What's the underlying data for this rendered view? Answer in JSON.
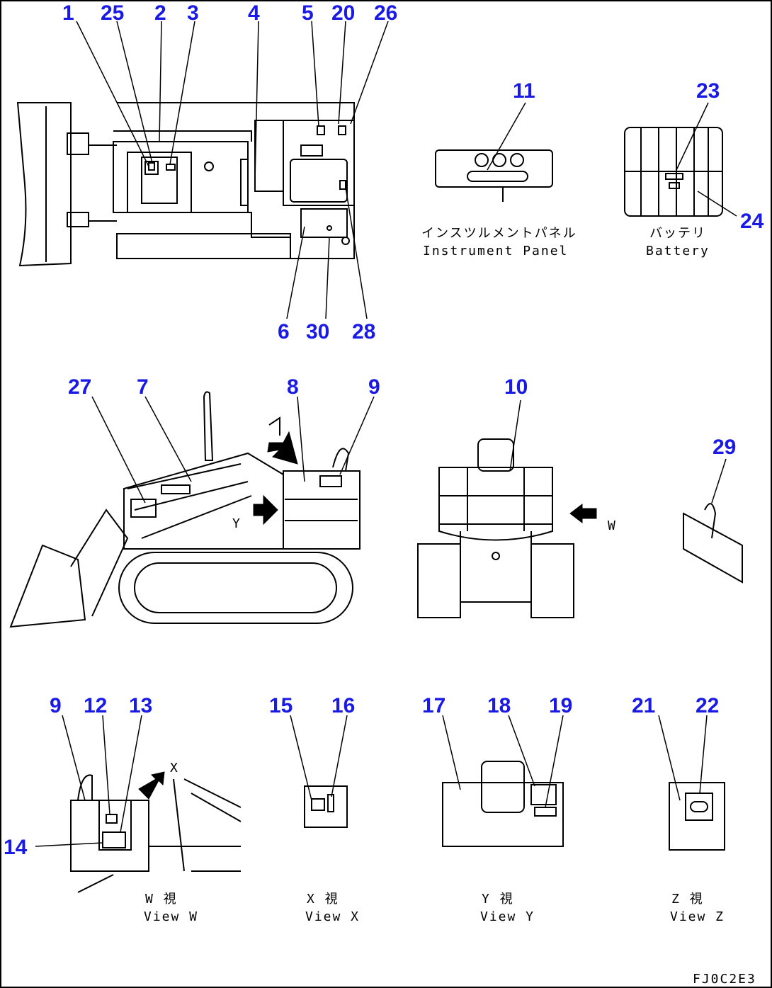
{
  "callouts": [
    "1",
    "25",
    "2",
    "3",
    "4",
    "5",
    "20",
    "26",
    "11",
    "23",
    "24",
    "6",
    "30",
    "28",
    "27",
    "7",
    "8",
    "9",
    "10",
    "29",
    "9",
    "12",
    "13",
    "14",
    "15",
    "16",
    "17",
    "18",
    "19",
    "21",
    "22"
  ],
  "captions": {
    "instrument_jp": "インスツルメントパネル",
    "instrument_en": "Instrument Panel",
    "battery_jp": "バッテリ",
    "battery_en": "Battery",
    "view_w_jp": "W 視",
    "view_w_en": "View W",
    "view_x_jp": "X 視",
    "view_x_en": "View X",
    "view_y_jp": "Y 視",
    "view_y_en": "View Y",
    "view_z_jp": "Z 視",
    "view_z_en": "View Z"
  },
  "view_letters": {
    "w": "W",
    "x": "X",
    "y": "Y",
    "z": "Z"
  },
  "drawing_code": "FJ0C2E3",
  "colors": {
    "callout": "#1a1ae6",
    "line": "#000000",
    "background": "#ffffff"
  }
}
